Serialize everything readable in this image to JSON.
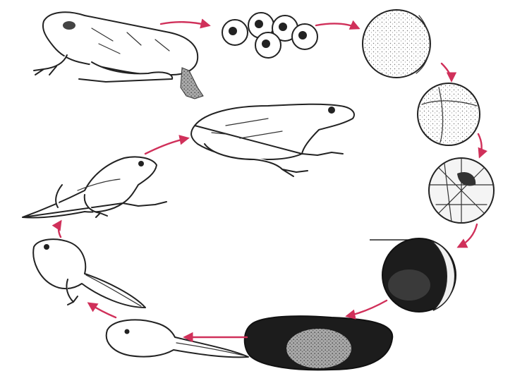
{
  "diagram": {
    "type": "frog-life-cycle",
    "labels": [],
    "stages": [
      {
        "name": "adult-frog",
        "icon": "frog-icon"
      },
      {
        "name": "frog-spawn",
        "icon": "eggs-icon"
      },
      {
        "name": "fertilized-egg",
        "icon": "egg-cell-icon"
      },
      {
        "name": "two-cell-division",
        "icon": "egg-cell-icon"
      },
      {
        "name": "multi-cell-blastula",
        "icon": "egg-cell-icon"
      },
      {
        "name": "gastrula-embryo",
        "icon": "embryo-icon"
      },
      {
        "name": "developing-embryo",
        "icon": "embryo-icon"
      },
      {
        "name": "young-tadpole",
        "icon": "tadpole-icon"
      },
      {
        "name": "tadpole-with-legs",
        "icon": "tadpole-icon"
      },
      {
        "name": "froglet",
        "icon": "froglet-icon"
      },
      {
        "name": "young-frog",
        "icon": "frog-icon"
      }
    ],
    "colors": {
      "arrow": "#d0305a",
      "ink": "#222222",
      "paper": "#ffffff"
    }
  }
}
